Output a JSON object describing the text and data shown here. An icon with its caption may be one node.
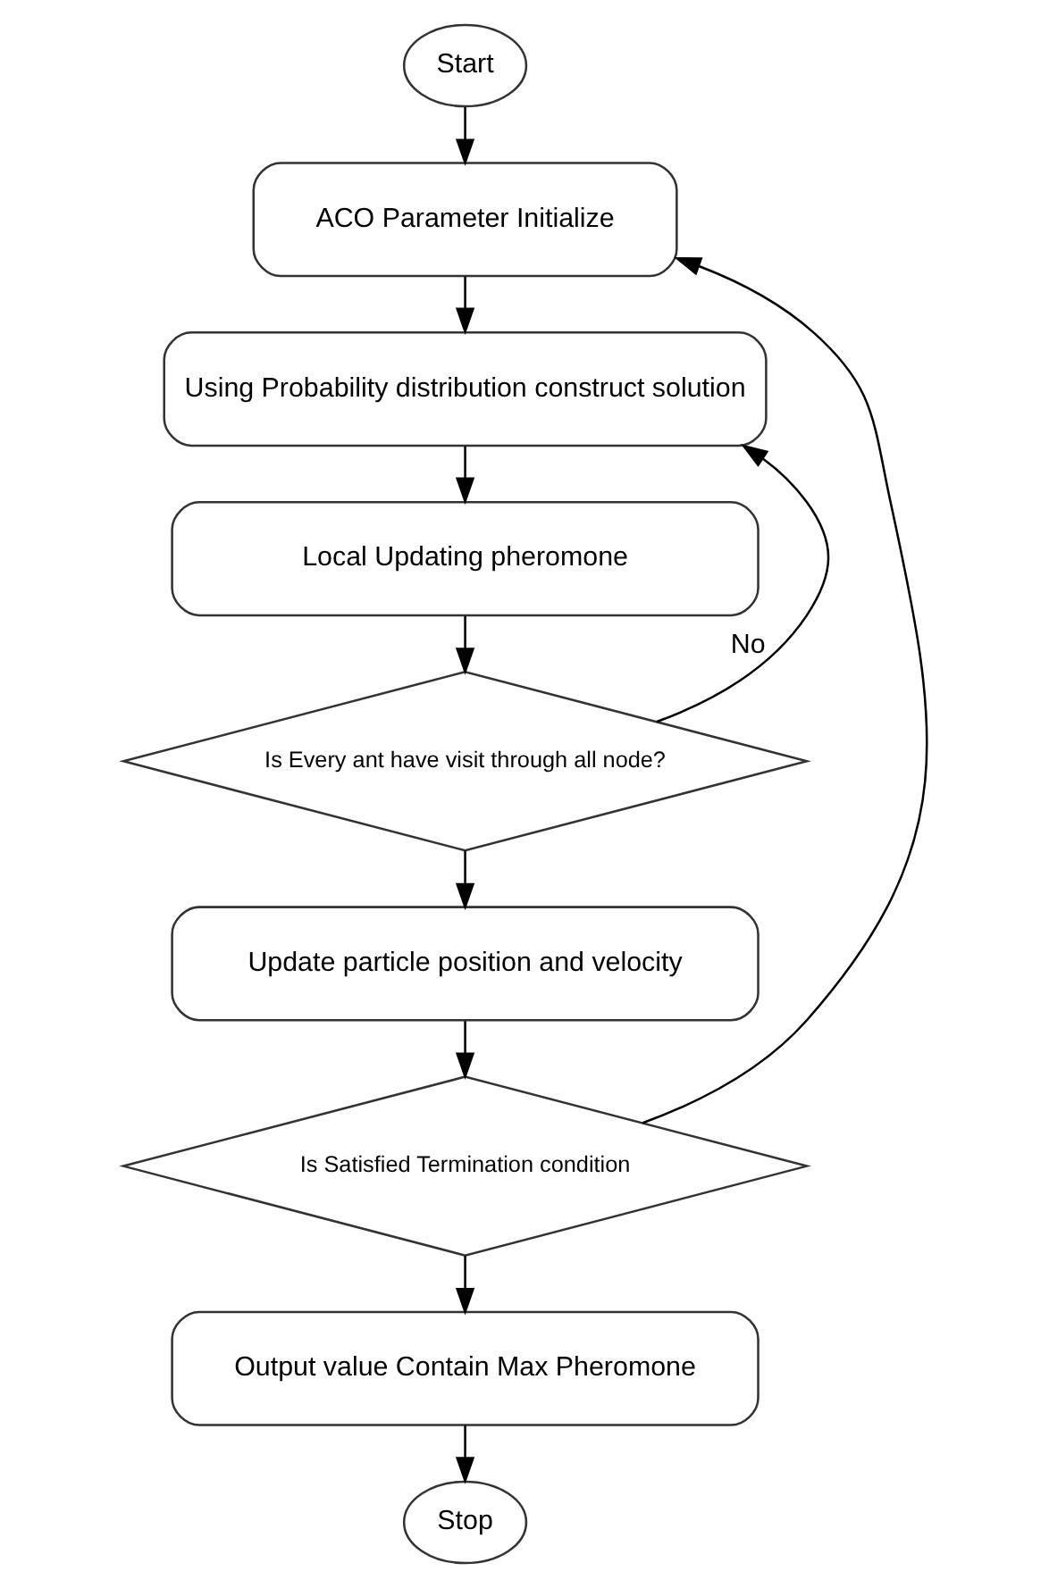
{
  "diagram": {
    "nodes": [
      {
        "text": [
          "Start"
        ]
      },
      {
        "text": [
          "ACO Parameter Initialize"
        ]
      },
      {
        "text": [
          "Using Probability distribution construct solution"
        ]
      },
      {
        "text": [
          "Local Updating pheromone"
        ]
      },
      {
        "text": [
          "Is Every ant have visit through all node?"
        ]
      },
      {
        "text": [
          "Update particle position and velocity"
        ]
      },
      {
        "text": [
          "Is Satisfied Termination condition"
        ]
      },
      {
        "text": [
          "Output value Contain Max Pheromone"
        ]
      },
      {
        "text": [
          "Stop"
        ]
      }
    ],
    "edges": [
      {
        "from": 0,
        "to": 1,
        "arrow": "to"
      },
      {
        "from": 1,
        "to": 2,
        "arrow": "to"
      },
      {
        "from": 2,
        "to": 3,
        "arrow": "to"
      },
      {
        "from": 3,
        "to": 4,
        "arrow": "to"
      },
      {
        "from": 4,
        "to": 2,
        "arrow": "to",
        "label": "No"
      },
      {
        "from": 4,
        "to": 5,
        "arrow": "to"
      },
      {
        "from": 5,
        "to": 6,
        "arrow": "to"
      },
      {
        "from": 6,
        "to": 1,
        "arrow": "to"
      },
      {
        "from": 6,
        "to": 7,
        "arrow": "to"
      },
      {
        "from": 7,
        "to": 8,
        "arrow": "to"
      }
    ]
  }
}
